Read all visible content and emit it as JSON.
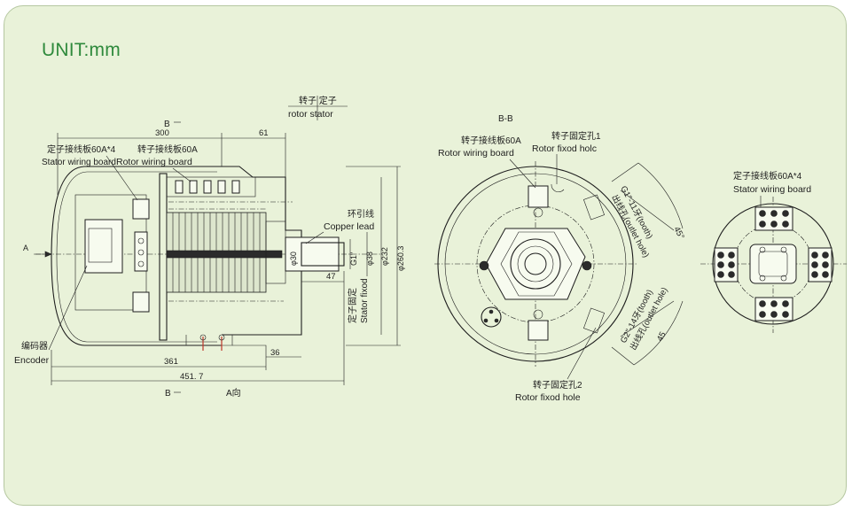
{
  "unit_title": "UNIT:mm",
  "side_view": {
    "rotor_stator_zh": "转子  定子",
    "rotor_stator_en": "rotor  stator",
    "section_mark_b_top": "B",
    "section_mark_b_bottom": "B",
    "view_a_left": "A",
    "view_a_bottom": "A向",
    "stator_board_zh": "定子接线板60A*4",
    "stator_board_en": "Stator wiring board",
    "rotor_board_zh": "转子接线板60A",
    "rotor_board_en": "Rotor wiring board",
    "copper_lead_zh": "环引线",
    "copper_lead_en": "Copper lead",
    "stator_fixed_zh": "定子固定",
    "stator_fixed_en": "Stator fixod",
    "encoder_zh": "编码器",
    "encoder_en": "Encoder",
    "dims": {
      "d300": "300",
      "d61": "61",
      "d30": "φ30",
      "d47": "47",
      "d36": "36",
      "d361": "361",
      "d451": "451. 7",
      "g1": "G1\"",
      "d38": "φ38",
      "d232": "φ232",
      "d260": "φ260.3"
    }
  },
  "section_view": {
    "title": "B-B",
    "rotor_board_zh": "转子接线板60A",
    "rotor_board_en": "Rotor wiring board",
    "fix_hole1_zh": "转子固定孔1",
    "fix_hole1_en": "Rotor fixod holc",
    "g1_label": "G1\"-11牙(tooth)",
    "outlet1": "出线孔(outlet hole)",
    "angle1": "45°",
    "g2_label": "G2\"-14牙(tooth)",
    "outlet2": "出线孔(outlet hole)",
    "angle2": "45",
    "fix_hole2_zh": "转子固定孔2",
    "fix_hole2_en": "Rotor fixod hole"
  },
  "end_view": {
    "stator_board_zh": "定子接线板60A*4",
    "stator_board_en": "Stator wiring board"
  },
  "colors": {
    "panel_bg": "#e9f2d9",
    "title_green": "#2f8a3c",
    "line": "#1e1e1e",
    "lead_red": "#c0392b"
  }
}
